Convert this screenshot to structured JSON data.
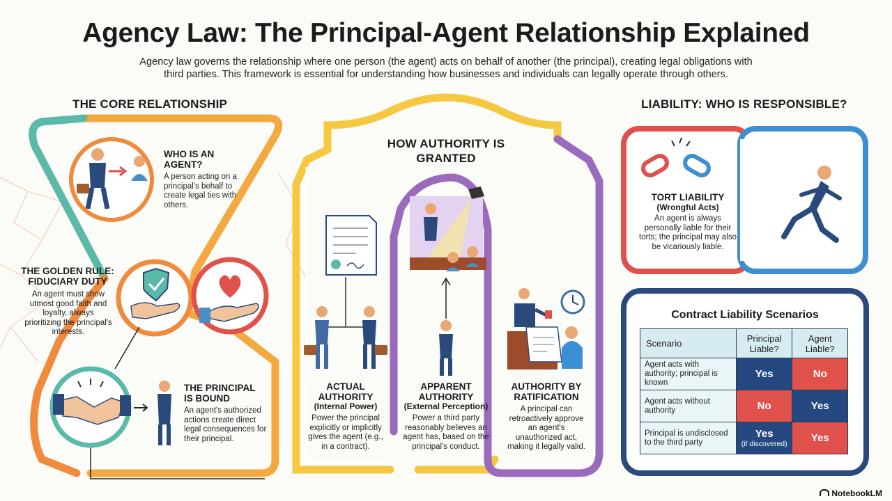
{
  "header": {
    "title": "Agency Law: The Principal-Agent Relationship Explained",
    "subtitle": "Agency law governs the relationship where one person (the agent) acts on behalf of another (the principal), creating legal obligations with third parties. This framework is essential for understanding how businesses and individuals can legally operate through others."
  },
  "core": {
    "heading": "THE CORE RELATIONSHIP",
    "agent": {
      "title": "WHO IS AN AGENT?",
      "text": "A person acting on a principal's behalf to create legal ties with others."
    },
    "duty": {
      "title": "THE GOLDEN RULE: FIDUCIARY DUTY",
      "text": "An agent must show utmost good faith and loyalty, always prioritizing the principal's interests."
    },
    "principal": {
      "title": "THE PRINCIPAL IS BOUND",
      "text": "An agent's authorized actions create direct legal consequences for their principal."
    }
  },
  "authority": {
    "heading": "HOW AUTHORITY IS GRANTED",
    "actual": {
      "title": "ACTUAL AUTHORITY",
      "subtitle": "(Internal Power)",
      "text": "Power the principal explicitly or implicitly gives the agent (e.g., in a contract)."
    },
    "apparent": {
      "title": "APPARENT AUTHORITY",
      "subtitle": "(External Perception)",
      "text": "Power a third party reasonably believes an agent has, based on the principal's conduct."
    },
    "ratification": {
      "title": "AUTHORITY BY RATIFICATION",
      "text": "A principal can retroactively approve an agent's unauthorized act, making it legally valid."
    }
  },
  "liability": {
    "heading": "LIABILITY: WHO IS RESPONSIBLE?",
    "tort": {
      "title": "TORT LIABILITY",
      "subtitle": "(Wrongful Acts)",
      "text": "An agent is always personally liable for their torts; the principal may also be vicariously liable."
    },
    "contract": {
      "title": "Contract Liability Scenarios",
      "columns": [
        "Scenario",
        "Principal Liable?",
        "Agent Liable?"
      ],
      "rows": [
        {
          "scenario": "Agent acts with authority; principal is known",
          "principal": "Yes",
          "agent": "No",
          "note": ""
        },
        {
          "scenario": "Agent acts without authority",
          "principal": "No",
          "agent": "Yes",
          "note": ""
        },
        {
          "scenario": "Principal is undisclosed to the third party",
          "principal": "Yes",
          "agent": "Yes",
          "note": "(if discovered)"
        }
      ]
    }
  },
  "footer": {
    "brand": "NotebookLM"
  },
  "colors": {
    "teal": "#5bb9a9",
    "orange": "#f08a3c",
    "yellow": "#f5c842",
    "purple": "#9a6bbd",
    "red": "#e0514b",
    "blue": "#3d8fd4",
    "navy": "#2a4a7c"
  }
}
